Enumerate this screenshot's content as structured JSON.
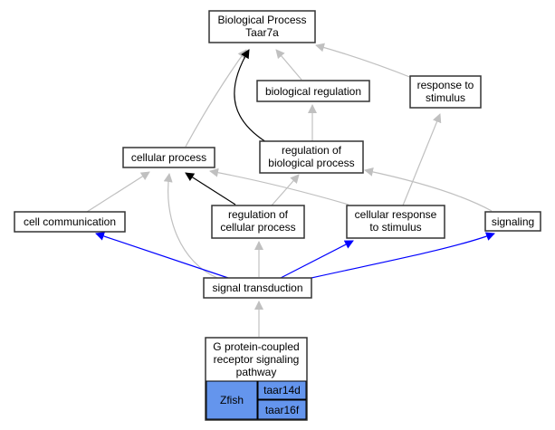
{
  "colors": {
    "grey_edge": "#c0c0c0",
    "black_edge": "#000000",
    "blue_edge": "#0000ff",
    "species_fill": "#6495ed",
    "node_border": "#333333"
  },
  "nodes": {
    "root": {
      "lines": [
        "Biological Process",
        "Taar7a"
      ]
    },
    "biological_regulation": {
      "lines": [
        "biological regulation"
      ]
    },
    "response_to_stimulus": {
      "lines": [
        "response to",
        "stimulus"
      ]
    },
    "cellular_process": {
      "lines": [
        "cellular process"
      ]
    },
    "regulation_of_biological_process": {
      "lines": [
        "regulation of",
        "biological process"
      ]
    },
    "cell_communication": {
      "lines": [
        "cell communication"
      ]
    },
    "regulation_of_cellular_process": {
      "lines": [
        "regulation of",
        "cellular process"
      ]
    },
    "cellular_response_to_stimulus": {
      "lines": [
        "cellular response",
        "to stimulus"
      ]
    },
    "signaling": {
      "lines": [
        "signaling"
      ]
    },
    "signal_transduction": {
      "lines": [
        "signal transduction"
      ]
    },
    "gpcr_pathway": {
      "lines": [
        "G protein-coupled",
        "receptor signaling",
        "pathway"
      ]
    }
  },
  "annotation": {
    "species": "Zfish",
    "genes": [
      "taar14d",
      "taar16f"
    ]
  },
  "edges": [
    {
      "from": "biological_regulation",
      "to": "root",
      "type": "grey"
    },
    {
      "from": "response_to_stimulus",
      "to": "root",
      "type": "grey"
    },
    {
      "from": "cellular_process",
      "to": "root",
      "type": "grey"
    },
    {
      "from": "regulation_of_biological_process",
      "to": "root",
      "type": "black"
    },
    {
      "from": "regulation_of_biological_process",
      "to": "biological_regulation",
      "type": "grey"
    },
    {
      "from": "cell_communication",
      "to": "cellular_process",
      "type": "grey"
    },
    {
      "from": "regulation_of_cellular_process",
      "to": "cellular_process",
      "type": "black"
    },
    {
      "from": "regulation_of_cellular_process",
      "to": "regulation_of_biological_process",
      "type": "grey"
    },
    {
      "from": "cellular_response_to_stimulus",
      "to": "cellular_process",
      "type": "grey"
    },
    {
      "from": "cellular_response_to_stimulus",
      "to": "response_to_stimulus",
      "type": "grey"
    },
    {
      "from": "signaling",
      "to": "regulation_of_biological_process",
      "type": "grey"
    },
    {
      "from": "signal_transduction",
      "to": "cell_communication",
      "type": "blue"
    },
    {
      "from": "signal_transduction",
      "to": "cellular_process",
      "type": "grey"
    },
    {
      "from": "signal_transduction",
      "to": "regulation_of_cellular_process",
      "type": "grey"
    },
    {
      "from": "signal_transduction",
      "to": "cellular_response_to_stimulus",
      "type": "blue"
    },
    {
      "from": "signal_transduction",
      "to": "signaling",
      "type": "blue"
    },
    {
      "from": "gpcr_pathway",
      "to": "signal_transduction",
      "type": "grey"
    }
  ]
}
